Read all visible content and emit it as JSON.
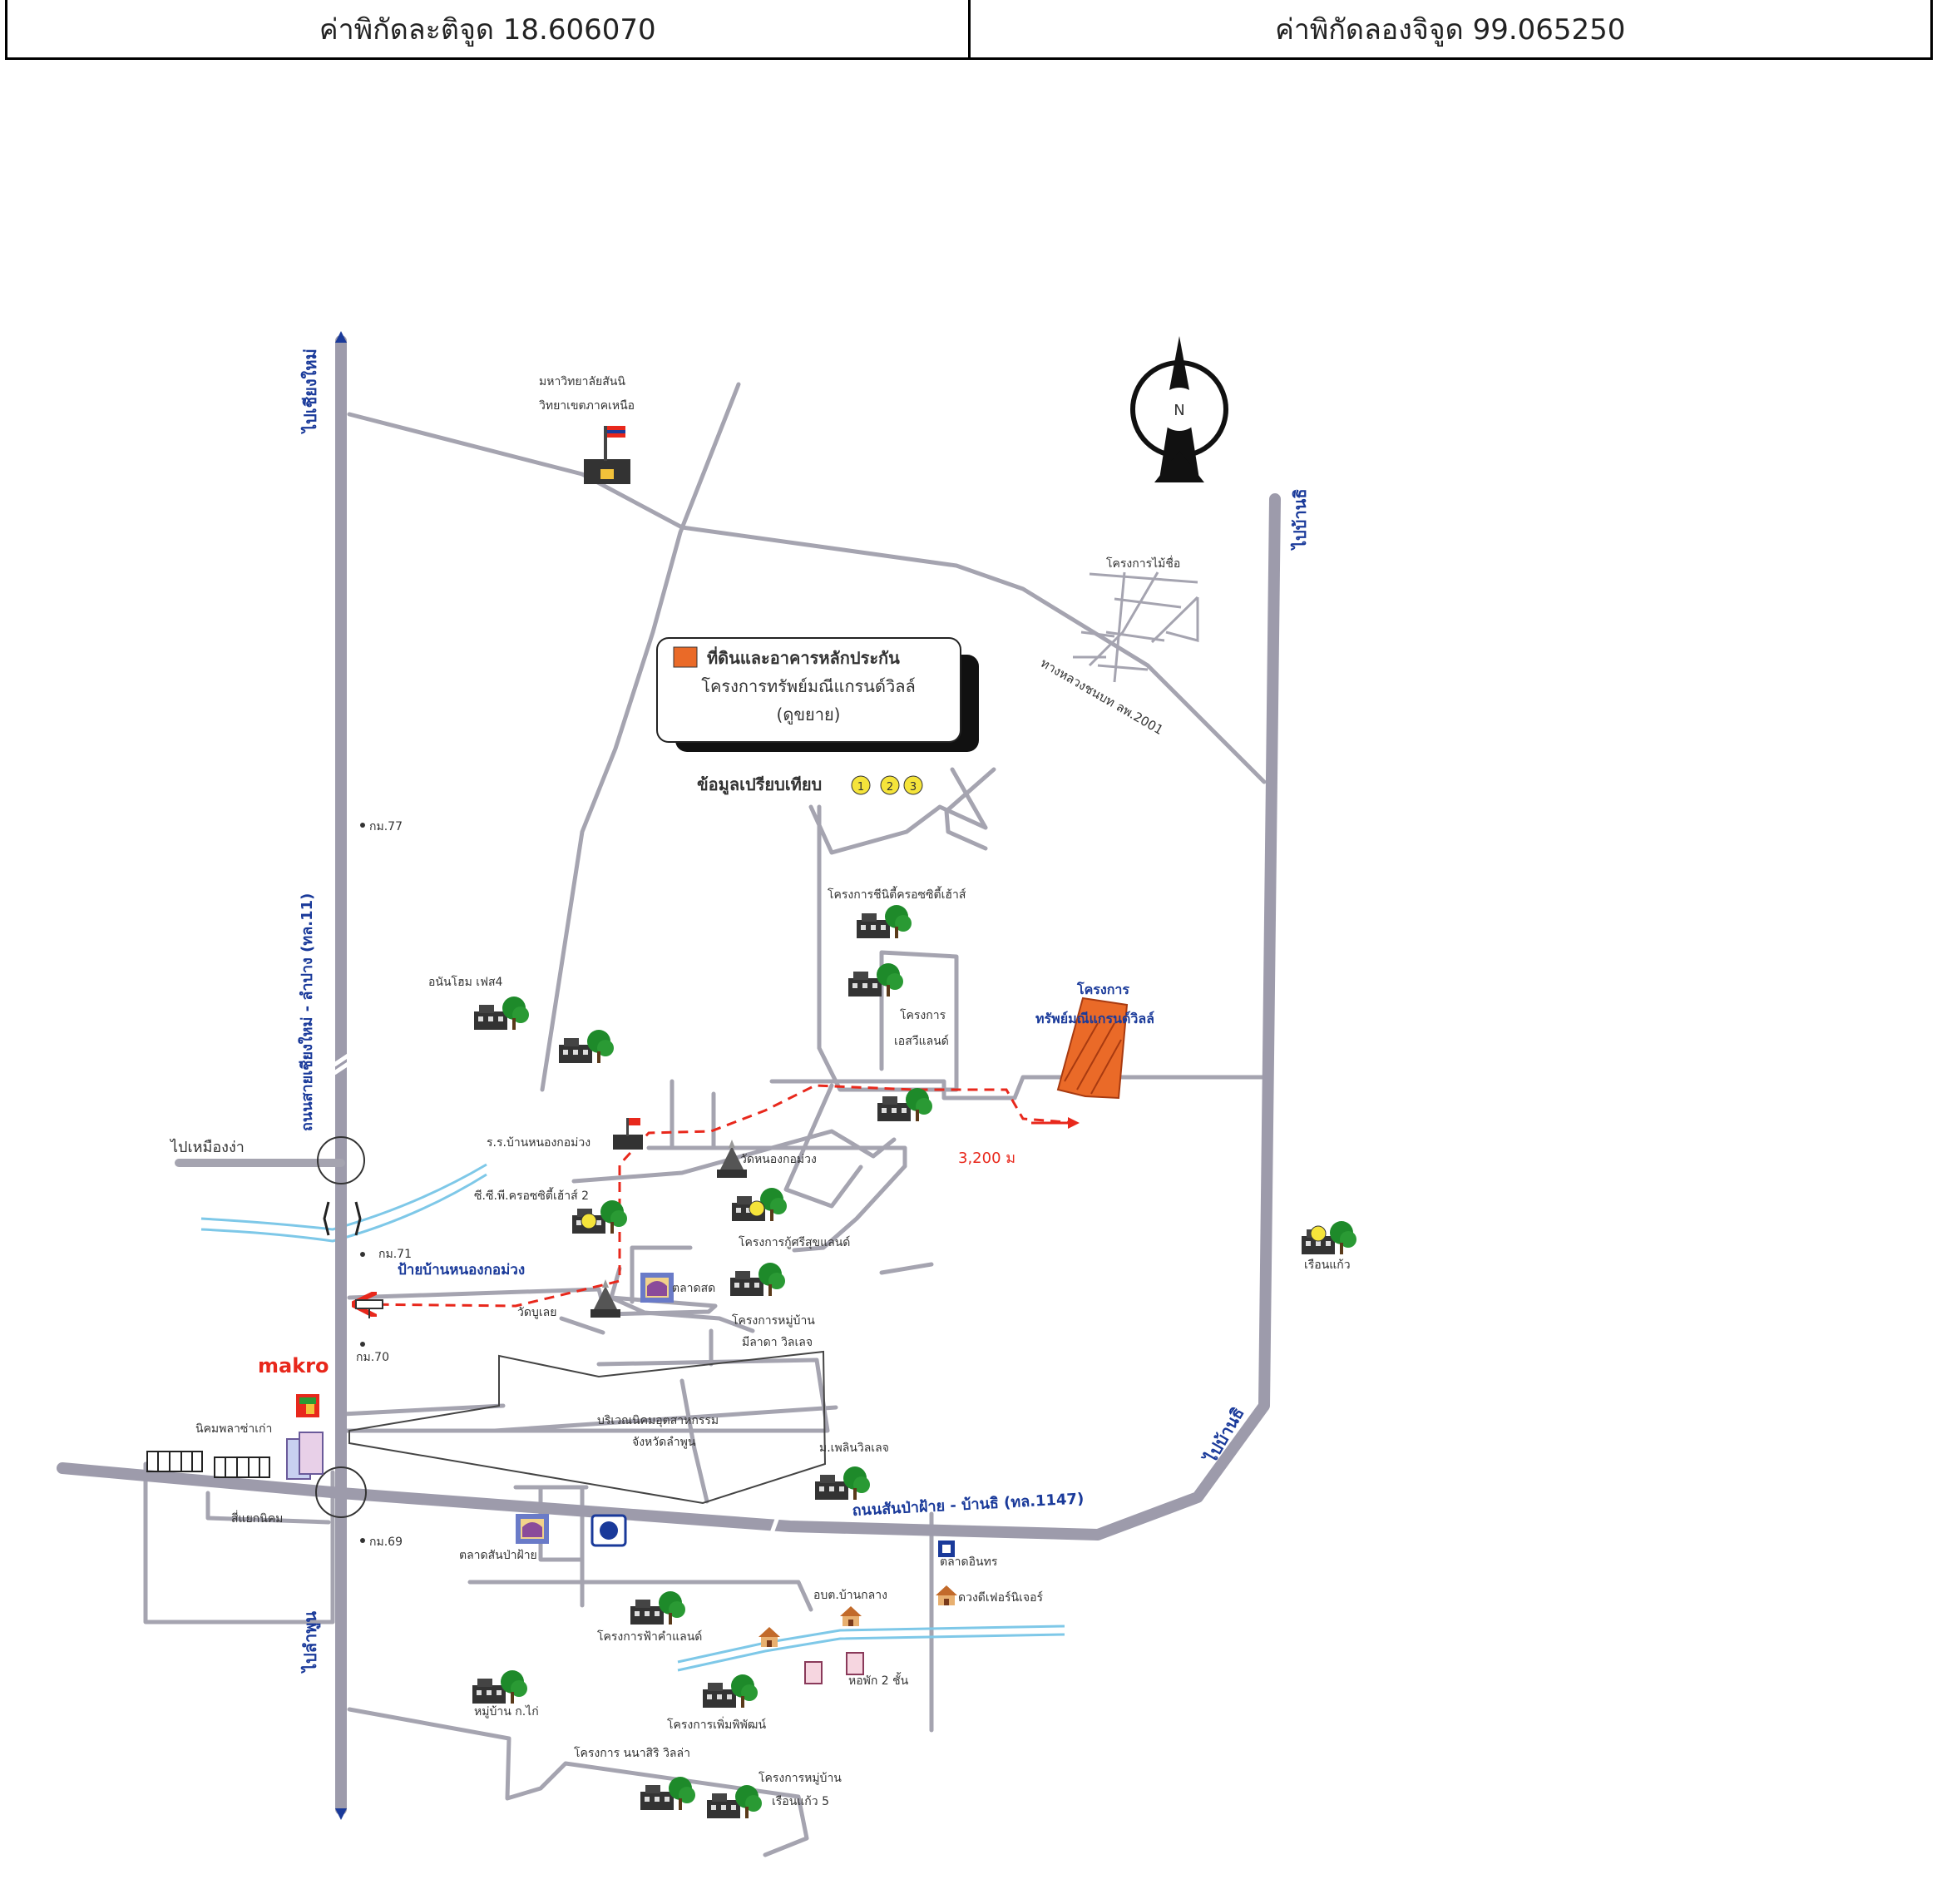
{
  "header": {
    "latitude_label": "ค่าพิกัดละติจูด 18.606070",
    "longitude_label": "ค่าพิกัดลองจิจูด 99.065250"
  },
  "legend": {
    "line1": "ที่ดินและอาคารหลักประกัน",
    "line2": "โครงการทรัพย์มณีแกรนด์วิลล์",
    "line3": "(ดูขยาย)",
    "comparison": "ข้อมูลเปรียบเทียบ",
    "comparison_markers": [
      "1",
      "2",
      "3"
    ]
  },
  "compass": {
    "letter": "N"
  },
  "directions": {
    "to_chiangmai": "ไปเชียงใหม่",
    "to_ban_thi_top": "ไปบ้านธิ",
    "to_ban_thi_right": "ไปบ้านธิ",
    "to_muang_nga": "ไปเหมืองง่า",
    "to_lamphun": "ไปลำพูน"
  },
  "roads": {
    "highway_11": "ถนนสายเชียงใหม่ - ลำปาง (ทล.11)",
    "road_1147": "ถนนสันป่าฝ้าย - บ้านธิ (ทล.1147)",
    "road_2001": "ทางหลวงชนบท ลพ.2001",
    "nong_kham_sign": "ป้ายบ้านหนองกอม่วง"
  },
  "km_markers": [
    "กม.77",
    "กม.71",
    "กม.70",
    "กม.69"
  ],
  "distance": "3,200 ม",
  "places": {
    "university": "มหาวิทยาลัยสันนิ",
    "university_2": "วิทยาเขตภาคเหนือ",
    "project_mai_chu": "โครงการไม้ชื่อ",
    "project_top": "โครงการชีนิตี้ครอซซิตี้เฮ้าส์",
    "project_ace": "โครงการ",
    "project_ace_2": "เอสวีแลนด์",
    "village_4": "อนันโฮม เฟส4",
    "target_1": "โครงการ",
    "target_2": "ทรัพย์มณีแกรนด์วิลล์",
    "school": "ร.ร.บ้านหนองกอม่วง",
    "temple_1": "วัดหนองกอม่วง",
    "cc_1": "ซี.ซี.พี.ครอซซิตี้เฮ้าส์ 2",
    "kusri": "โครงการกู้ศรีสุขแลนด์",
    "market_1": "ตลาดสด",
    "temple_2": "วัดบูเลย",
    "village_mil": "โครงการหมู่บ้าน",
    "village_mil_2": "มีลาดา วิลเลจ",
    "makro": "makro",
    "pakkhawan": "นิคมพลาซ่าเก่า",
    "industrial_1": "บริเวณนิคมอุตสาหกรรม",
    "industrial_2": "จังหวัดลำพูน",
    "naksin": "ม.เพลินวิลเลจ",
    "intersection": "สี่แยกนิคม",
    "market_sanpa": "ตลาดสันป่าฝ้าย",
    "market_inthra": "ตลาดอินทร",
    "fa_kham": "โครงการฟ้าคำแลนด์",
    "school_2": "อบต.บ้านกลาง",
    "pet_shop": "ดวงดีเฟอร์นิเจอร์",
    "ban_kk": "หมู่บ้าน ก.ไก่",
    "dorm": "หอพัก 2 ชั้น",
    "pimpilai": "โครงการเพิ่มพิพัฒน์",
    "nanasiri": "โครงการ นนาสิริ วิลล่า",
    "village_bottom": "โครงการหมู่บ้าน",
    "village_bottom_2": "เรือนแก้ว 5",
    "far_right": "เรือนแก้ว"
  },
  "colors": {
    "road": "#a5a4b0",
    "main_road": "#9d9bab",
    "route": "#e8281c",
    "target": "#ea6a28",
    "river": "#7ec8e8",
    "label_blue": "#1a3a9a"
  }
}
